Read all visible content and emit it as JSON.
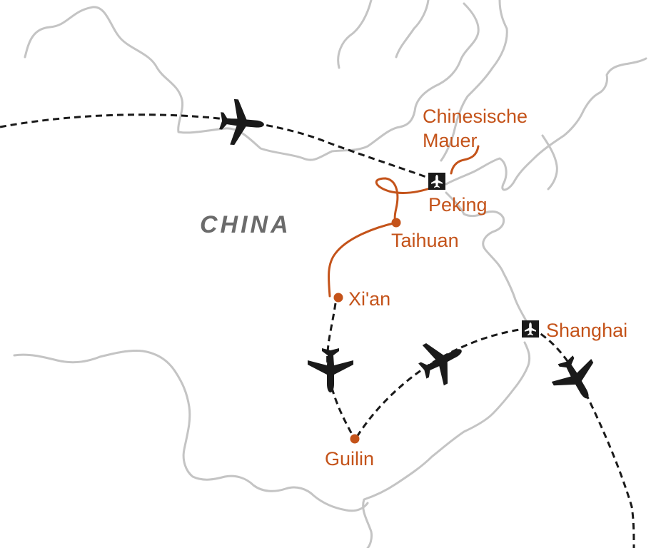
{
  "map": {
    "country_label": "CHINA",
    "colors": {
      "route": "#c4531a",
      "label": "#c4531a",
      "country_label": "#6b6b6b",
      "border": "#c4c4c4",
      "flight": "#1a1a1a"
    },
    "cities": [
      {
        "name": "Chinesische",
        "name_line2": "Mauer",
        "marker": "none"
      },
      {
        "name": "Peking",
        "marker": "airport-icon"
      },
      {
        "name": "Taihuan",
        "marker": "dot"
      },
      {
        "name": "Xi'an",
        "marker": "dot"
      },
      {
        "name": "Guilin",
        "marker": "dot"
      },
      {
        "name": "Shanghai",
        "marker": "airport-icon"
      }
    ],
    "flight_icons": [
      "plane-icon",
      "plane-icon",
      "plane-icon",
      "plane-icon"
    ]
  }
}
